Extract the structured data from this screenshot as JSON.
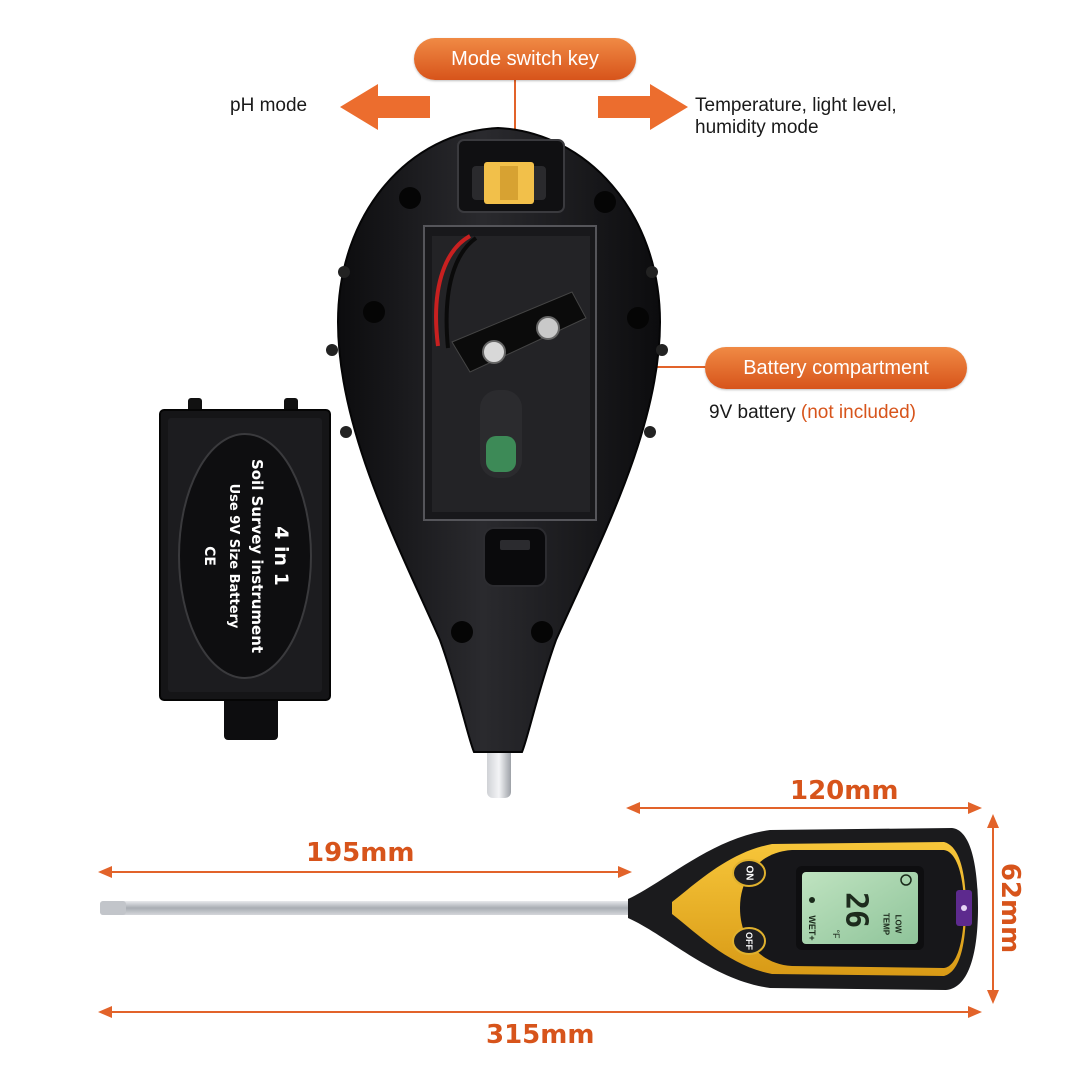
{
  "callouts": {
    "mode_switch": "Mode switch key",
    "ph_mode": "pH mode",
    "other_mode_line1": "Temperature, light level,",
    "other_mode_line2": "humidity mode",
    "battery_compartment": "Battery compartment",
    "battery_note": "9V battery ",
    "battery_note_highlight": "(not included)"
  },
  "cover_label": {
    "line1": "4 in 1",
    "line2": "Soil Survey instrument",
    "line3": "Use 9V Size Battery",
    "line4": "CE"
  },
  "device_front": {
    "on_button": "ON",
    "off_button": "OFF",
    "display_value": "26",
    "display_unit": "°F",
    "display_left": "WET+",
    "display_right_top": "LOW",
    "display_right_bottom": "TEMP"
  },
  "dimensions": {
    "body_length": "120mm",
    "probe_length": "195mm",
    "height": "62mm",
    "total_length": "315mm"
  },
  "colors": {
    "accent": "#d7541b",
    "device_body": "#1b1b1d",
    "device_yellow": "#f2b526"
  }
}
